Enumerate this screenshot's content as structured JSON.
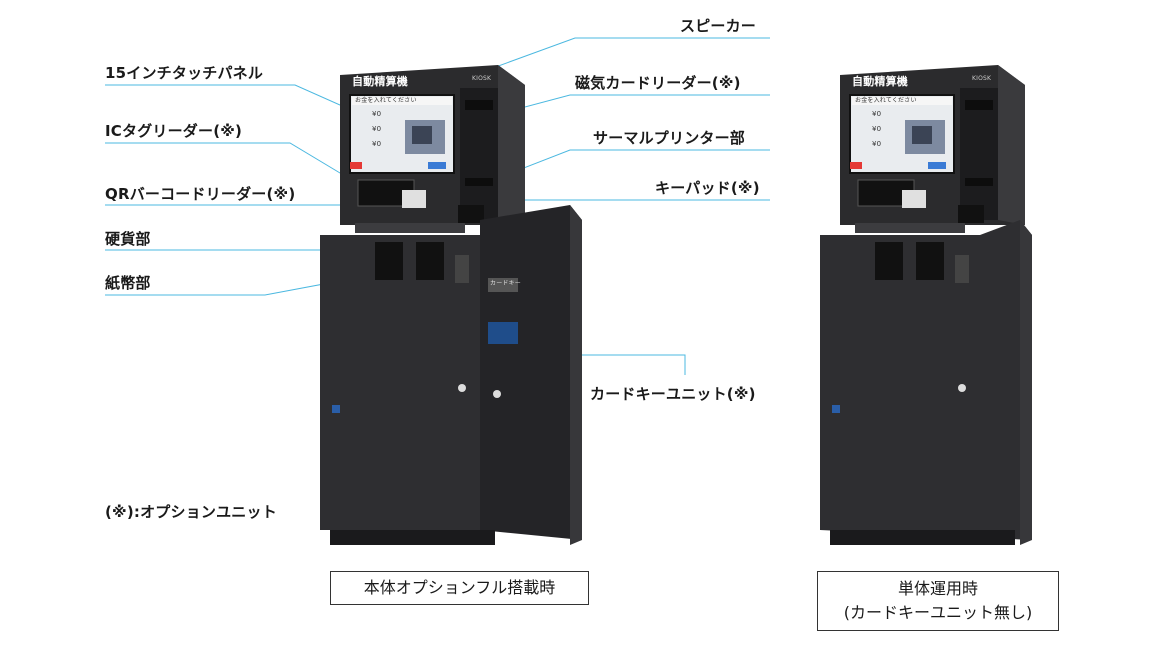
{
  "machine_main": {
    "screen_title": "自動精算機",
    "brand_small": "KIOSK",
    "screen_prompt": "お金を入れてください",
    "screen_rows": [
      "¥0",
      "¥0",
      "¥0"
    ],
    "card_key_panel": "カードキー"
  },
  "machine_single": {
    "screen_title": "自動精算機",
    "brand_small": "KIOSK",
    "screen_prompt": "お金を入れてください",
    "screen_rows": [
      "¥0",
      "¥0",
      "¥0"
    ]
  },
  "callouts": {
    "panel": "15インチタッチパネル",
    "ic_reader": "ICタグリーダー(※)",
    "qr_reader": "QRバーコードリーダー(※)",
    "coin": "硬貨部",
    "bill": "紙幣部",
    "speaker": "スピーカー",
    "mag_reader": "磁気カードリーダー(※)",
    "printer": "サーマルプリンター部",
    "keypad": "キーパッド(※)",
    "card_key_unit": "カードキーユニット(※)",
    "option_note": "(※):オプションユニット"
  },
  "captions": {
    "main": "本体オプションフル搭載時",
    "single_line1": "単体運用時",
    "single_line2": "(カードキーユニット無し)"
  },
  "colors": {
    "body": "#2b2b2d",
    "body_dark": "#1c1c1e",
    "leader": "#4bb8e0",
    "screen_blue": "#3a7bd5",
    "screen_red": "#e53935"
  }
}
